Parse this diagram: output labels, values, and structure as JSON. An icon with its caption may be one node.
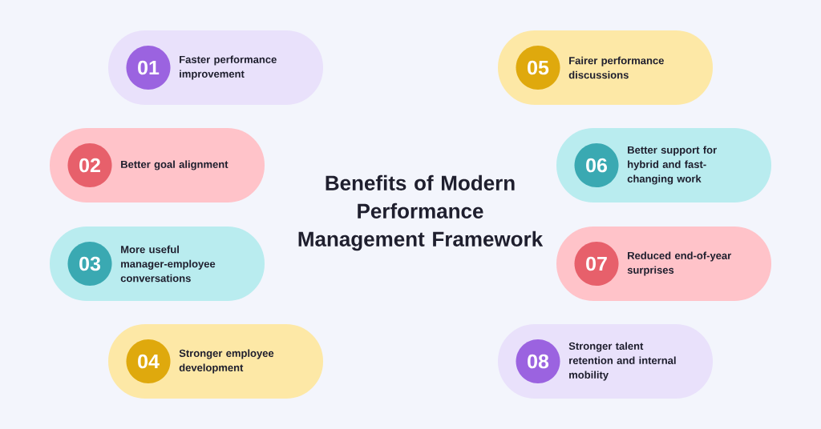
{
  "diagram": {
    "title": "Benefits of Modern Performance Management Framework",
    "nodes": [
      {
        "text": [
          "01",
          "Faster performance improvement"
        ]
      },
      {
        "text": [
          "02",
          "Better goal alignment"
        ]
      },
      {
        "text": [
          "03",
          "More useful manager-employee conversations"
        ]
      },
      {
        "text": [
          "04",
          "Stronger employee development"
        ]
      },
      {
        "text": [
          "05",
          "Fairer performance discussions"
        ]
      },
      {
        "text": [
          "06",
          "Better support for hybrid and fast-changing work"
        ]
      },
      {
        "text": [
          "07",
          "Reduced end-of-year surprises"
        ]
      },
      {
        "text": [
          "08",
          "Stronger talent retention and internal mobility"
        ]
      }
    ]
  }
}
